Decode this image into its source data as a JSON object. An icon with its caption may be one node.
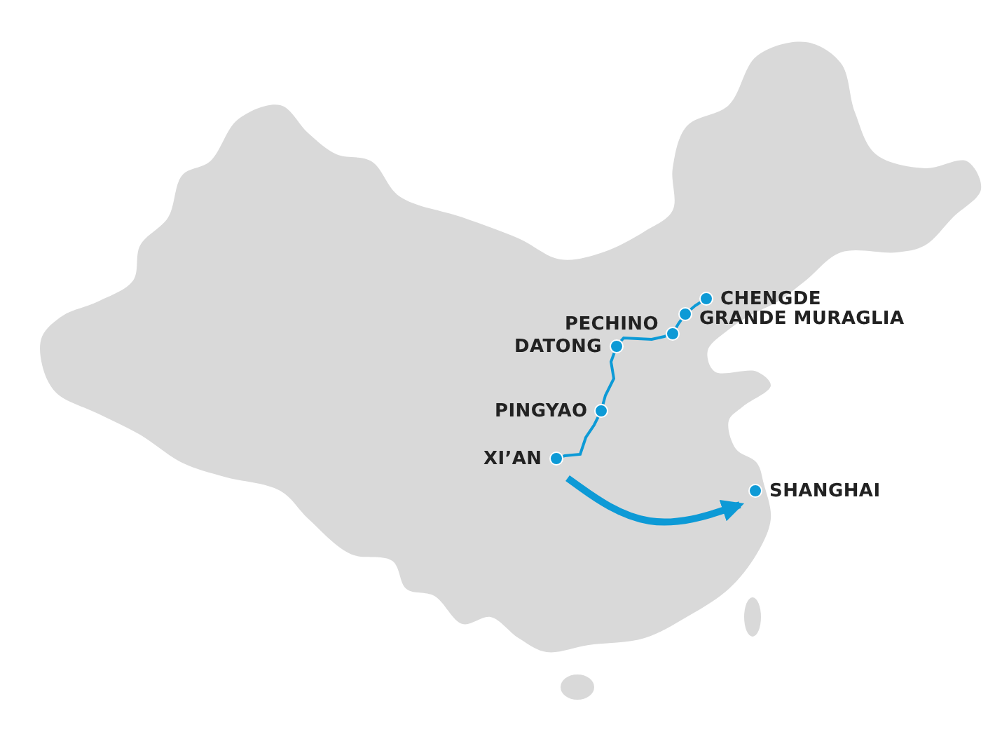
{
  "diagram": {
    "nodes": [
      {
        "text": [
          "CHENGDE"
        ]
      },
      {
        "text": [
          "GRANDE MURAGLIA"
        ]
      },
      {
        "text": [
          "PECHINO"
        ]
      },
      {
        "text": [
          "DATONG"
        ]
      },
      {
        "text": [
          "PINGYAO"
        ]
      },
      {
        "text": [
          "XI’AN"
        ]
      },
      {
        "text": [
          "SHANGHAI"
        ]
      }
    ],
    "edges": [
      {
        "from": 5,
        "to": 4,
        "arrow": "none"
      },
      {
        "from": 4,
        "to": 3,
        "arrow": "none"
      },
      {
        "from": 3,
        "to": 2,
        "arrow": "none"
      },
      {
        "from": 2,
        "to": 1,
        "arrow": "none"
      },
      {
        "from": 1,
        "to": 0,
        "arrow": "none"
      },
      {
        "from": 5,
        "to": 6,
        "arrow": "to",
        "style": "thick"
      }
    ]
  }
}
